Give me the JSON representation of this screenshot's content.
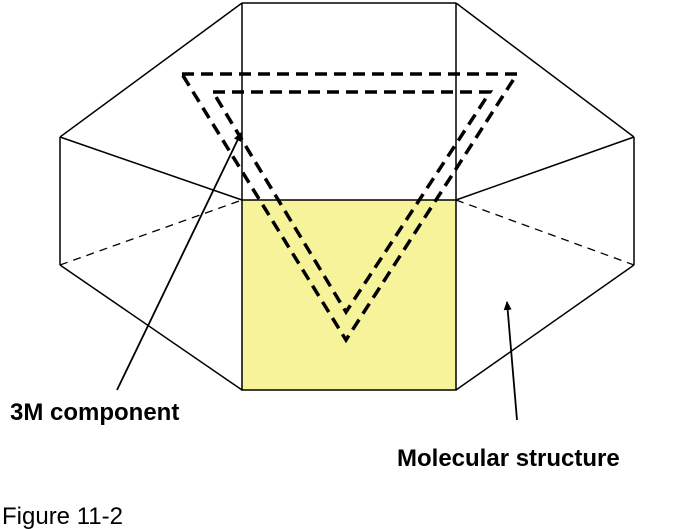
{
  "labels": {
    "component": "3M component",
    "structure": "Molecular structure",
    "caption": "Figure 11-2"
  },
  "colors": {
    "highlight_face": "#f7f39a",
    "line": "#000000",
    "background": "#ffffff"
  }
}
